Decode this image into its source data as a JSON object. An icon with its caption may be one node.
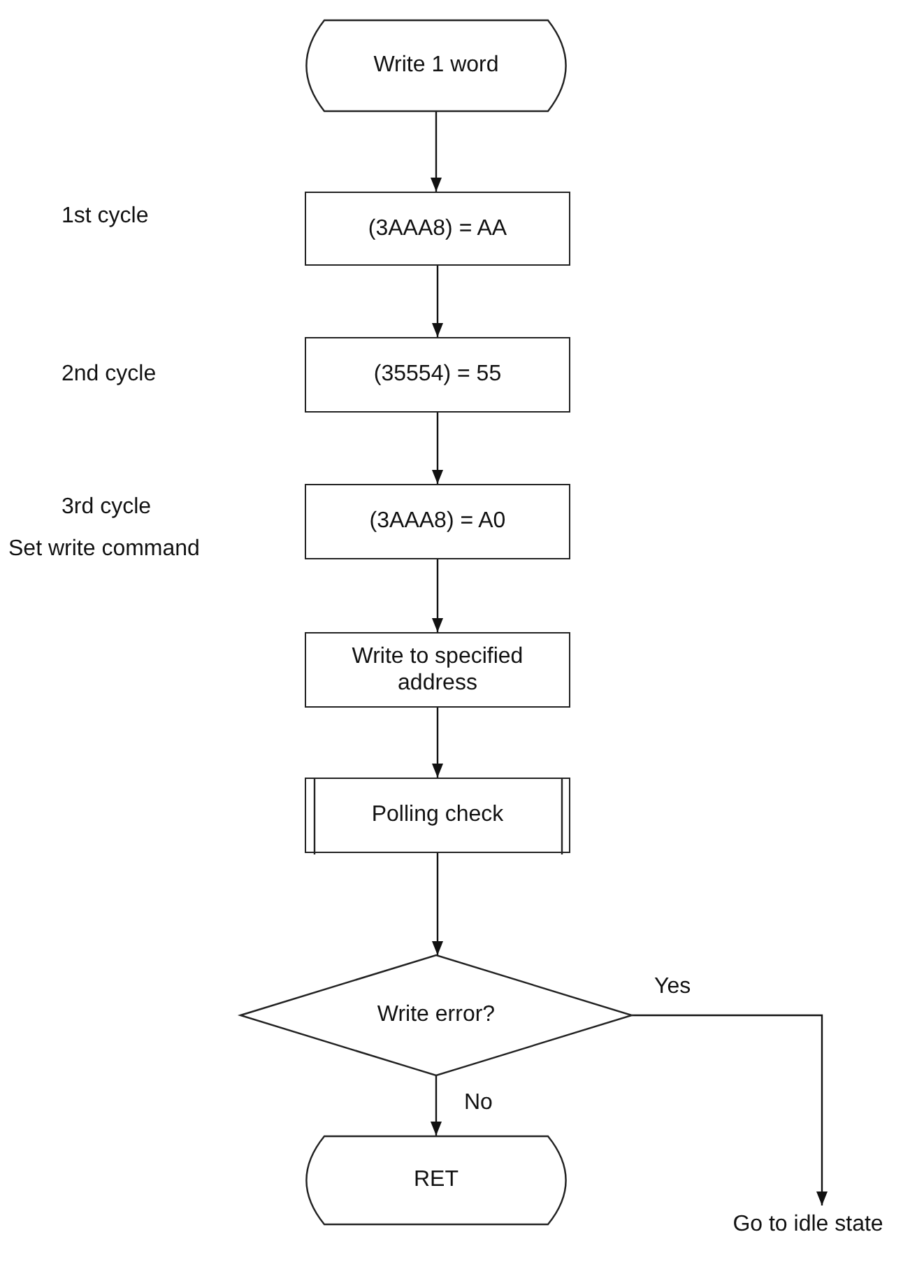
{
  "diagram": {
    "nodes": [
      {
        "text": [
          "Write 1 word"
        ]
      },
      {
        "text": [
          "(3AAA8) = AA"
        ]
      },
      {
        "text": [
          "(35554) = 55"
        ]
      },
      {
        "text": [
          "(3AAA8) = A0"
        ]
      },
      {
        "text": [
          "Write to specified address"
        ]
      },
      {
        "text": [
          "Polling check"
        ]
      },
      {
        "text": [
          "Write error?"
        ]
      },
      {
        "text": [
          "RET"
        ]
      },
      {
        "text": [
          "Go to idle state"
        ]
      }
    ],
    "edges": [
      {
        "from": 0,
        "to": 1,
        "arrow": "to"
      },
      {
        "from": 1,
        "to": 2,
        "arrow": "to"
      },
      {
        "from": 2,
        "to": 3,
        "arrow": "to"
      },
      {
        "from": 3,
        "to": 4,
        "arrow": "to"
      },
      {
        "from": 4,
        "to": 5,
        "arrow": "to"
      },
      {
        "from": 5,
        "to": 6,
        "arrow": "to"
      },
      {
        "from": 6,
        "to": 7,
        "label": "No",
        "arrow": "to"
      },
      {
        "from": 6,
        "to": 8,
        "label": "Yes",
        "arrow": "to"
      }
    ],
    "labels": [
      "1st cycle",
      "2nd cycle",
      "3rd cycle",
      "Set write command"
    ]
  }
}
